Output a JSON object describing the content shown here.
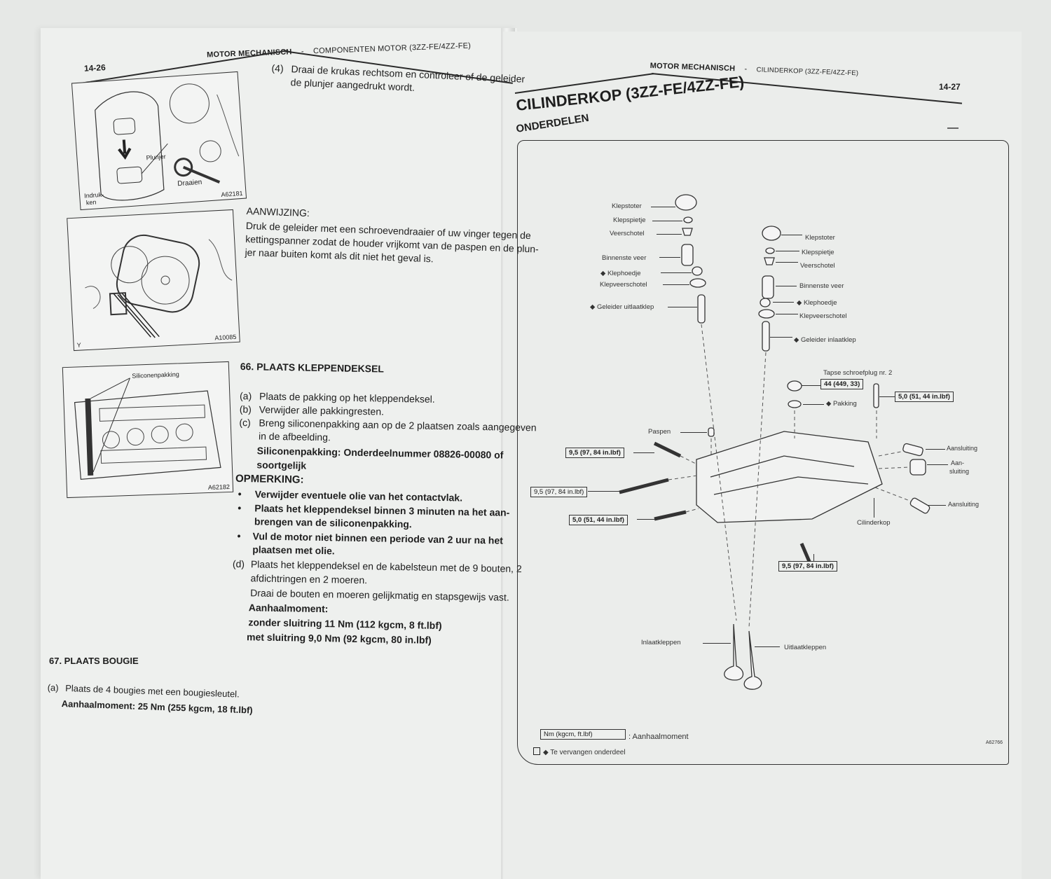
{
  "left_page": {
    "page_number": "14-26",
    "header": {
      "section": "MOTOR MECHANISCH",
      "separator": "-",
      "topic": "COMPONENTEN MOTOR (3ZZ-FE/4ZZ-FE)"
    },
    "figures": [
      {
        "code": "A62181",
        "labels": [
          "Plunjer",
          "Draaien",
          "Indruk-",
          "ken"
        ]
      },
      {
        "code": "A10085",
        "labels": [
          "Y"
        ]
      },
      {
        "code": "A62182",
        "labels": [
          "Siliconenpakking"
        ]
      }
    ],
    "step4": {
      "marker": "(4)",
      "line1": "Draai de krukas rechtsom en controleer of de geleider",
      "line2": "de plunjer aangedrukt wordt."
    },
    "hint": {
      "title": "AANWIJZING:",
      "lines": [
        "Druk de geleider met een schroevendraaier of uw vinger tegen de",
        "kettingspanner zodat de houder vrijkomt van de paspen en de plun-",
        "jer naar buiten komt als dit niet het geval is."
      ]
    },
    "step66": {
      "title": "66.  PLAATS KLEPPENDEKSEL",
      "a": {
        "marker": "(a)",
        "text": "Plaats de pakking op het kleppendeksel."
      },
      "b": {
        "marker": "(b)",
        "text": "Verwijder alle pakkingresten."
      },
      "c": {
        "marker": "(c)",
        "line1": "Breng siliconenpakking aan op de 2 plaatsen zoals aangegeven",
        "line2": "in de afbeelding.",
        "bold1": "Siliconenpakking: Onderdeelnummer 08826-00080 of",
        "bold2": "soortgelijk"
      },
      "note_title": "OPMERKING:",
      "notes": [
        {
          "bullet": "•",
          "line1": "Verwijder eventuele olie van het contactvlak.",
          "line2": ""
        },
        {
          "bullet": "•",
          "line1": "Plaats het kleppendeksel binnen 3 minuten na het aan-",
          "line2": "brengen van de siliconenpakking."
        },
        {
          "bullet": "•",
          "line1": "Vul de motor niet binnen een periode van 2 uur na het",
          "line2": "plaatsen met olie."
        }
      ],
      "d": {
        "marker": "(d)",
        "line1": "Plaats het kleppendeksel en de kabelsteun met de 9 bouten, 2",
        "line2": "afdichtringen en 2 moeren.",
        "line3": "Draai de bouten en moeren gelijkmatig en stapsgewijs vast.",
        "torque_title": "Aanhaalmoment:",
        "torque1": "zonder sluitring 11 Nm (112 kgcm, 8 ft.lbf)",
        "torque2": "met sluitring 9,0 Nm (92 kgcm, 80 in.lbf)"
      }
    },
    "step67": {
      "title": "67.  PLAATS BOUGIE",
      "a": {
        "marker": "(a)",
        "text": "Plaats de 4 bougies met een bougiesleutel."
      },
      "torque": "Aanhaalmoment: 25 Nm (255 kgcm, 18 ft.lbf)"
    }
  },
  "right_page": {
    "page_number": "14-27",
    "header": {
      "section": "MOTOR MECHANISCH",
      "separator": "-",
      "topic": "CILINDERKOP (3ZZ-FE/4ZZ-FE)"
    },
    "title": "CILINDERKOP (3ZZ-FE/4ZZ-FE)",
    "subtitle": "ONDERDELEN",
    "diagram": {
      "code": "A62766",
      "exhaust_stack": [
        "Klepstoter",
        "Klepspietje",
        "Veerschotel",
        "Binnenste veer",
        "◆ Klephoedje",
        "Klepveerschotel",
        "◆ Geleider uitlaatklep"
      ],
      "intake_stack": [
        "Klepstoter",
        "Klepspietje",
        "Veerschotel",
        "Binnenste veer",
        "◆ Klephoedje",
        "Klepveerschotel",
        "◆ Geleider inlaatklep"
      ],
      "plug_label": "Tapse schroefplug nr. 2",
      "plug_torque": "44 (449, 33)",
      "gasket_label": "◆ Pakking",
      "stud_right_torque": "5,0 (51, 44 in.lbf)",
      "dowel_label": "Paspen",
      "stud_torques_left": [
        "9,5 (97, 84 in.lbf)",
        "9,5 (97, 84 in.lbf)",
        "5,0 (51, 44 in.lbf)"
      ],
      "stud_bottom_torque": "9,5 (97, 84 in.lbf)",
      "fittings": [
        "Aansluiting",
        "Aan-\nsluiting",
        "Aansluiting"
      ],
      "fitting_mid_line1": "Aan-",
      "fitting_mid_line2": "sluiting",
      "head_label": "Cilinderkop",
      "intake_valves": "Inlaatkleppen",
      "exhaust_valves": "Uitlaatkleppen",
      "legend": {
        "unit_box": "Nm (kgcm, ft.lbf)",
        "unit_text": ": Aanhaalmoment",
        "replace_text": "◆ Te vervangen onderdeel"
      }
    }
  }
}
